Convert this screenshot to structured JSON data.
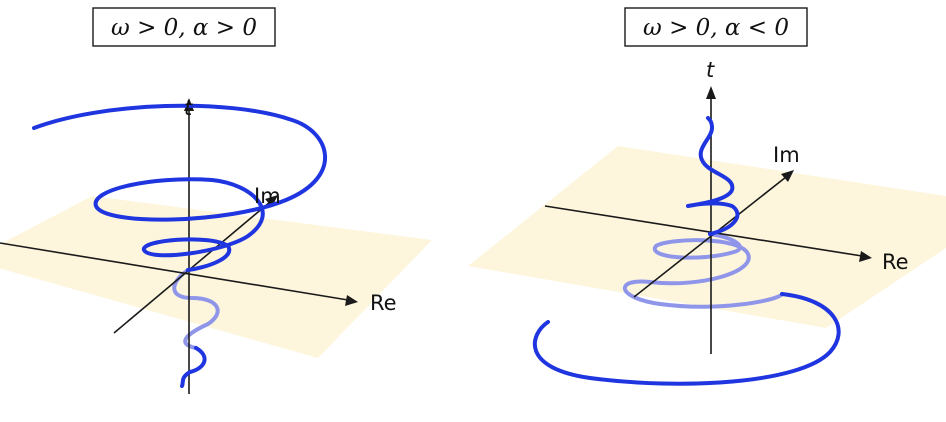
{
  "panels": [
    {
      "title": "ω > 0, α > 0",
      "axes": {
        "real_label": "Re",
        "imag_label": "Im",
        "time_label": "t"
      },
      "helix_growth": "expanding"
    },
    {
      "title": "ω > 0, α < 0",
      "axes": {
        "real_label": "Re",
        "imag_label": "Im",
        "time_label": "t"
      },
      "helix_growth": "decaying"
    }
  ],
  "colors": {
    "helix": "#1f35e0",
    "helix_below_plane": "#8f96ea",
    "plane": "#fdf6dd",
    "axes": "#1a1a1a"
  }
}
